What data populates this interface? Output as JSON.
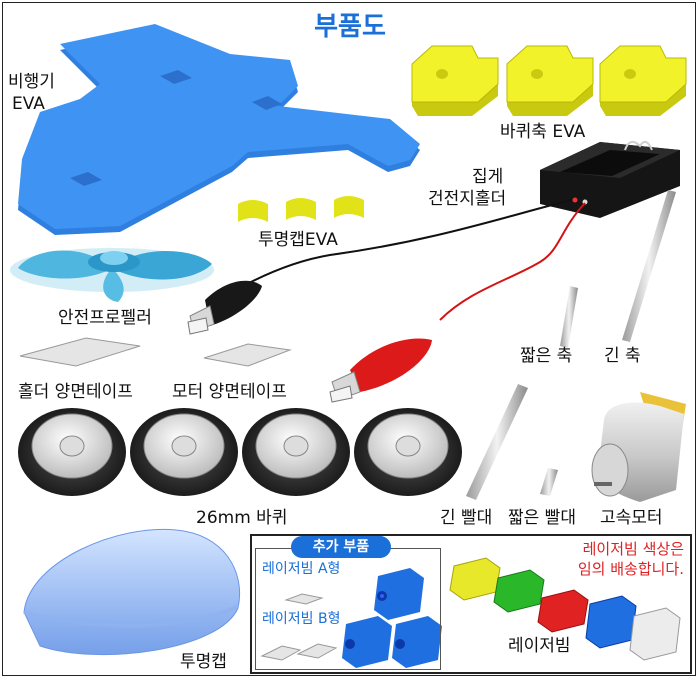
{
  "title": "부품도",
  "parts": {
    "body_eva_line1": "비행기",
    "body_eva_line2": "EVA",
    "wheel_axle_eva": "바퀴축 EVA",
    "battery_holder_line1": "집게",
    "battery_holder_line2": "건전지홀더",
    "clear_cap_eva": "투명캡EVA",
    "safety_propeller": "안전프로펠러",
    "holder_tape": "홀더 양면테이프",
    "motor_tape": "모터 양면테이프",
    "short_axle": "짧은 축",
    "long_axle": "긴 축",
    "wheel": "26mm 바퀴",
    "long_straw": "긴 빨대",
    "short_straw": "짧은 빨대",
    "high_speed_motor": "고속모터",
    "clear_cap": "투명캡"
  },
  "extra": {
    "badge": "추가 부품",
    "laser_a": "레이저빔 A형",
    "laser_b": "레이저빔 B형",
    "laser": "레이저빔",
    "note_line1": "레이저빔 색상은",
    "note_line2": "임의 배송합니다."
  },
  "colors": {
    "title": "#1a6fd8",
    "eva_blue": "#3a8ff0",
    "eva_yellow": "#f2f22a",
    "propeller": "#4fb6e0",
    "note_red": "#e02020",
    "laser_colors": [
      "#e8e82a",
      "#2ab82a",
      "#e02222",
      "#1f6fe0",
      "#e8e8e8"
    ]
  }
}
